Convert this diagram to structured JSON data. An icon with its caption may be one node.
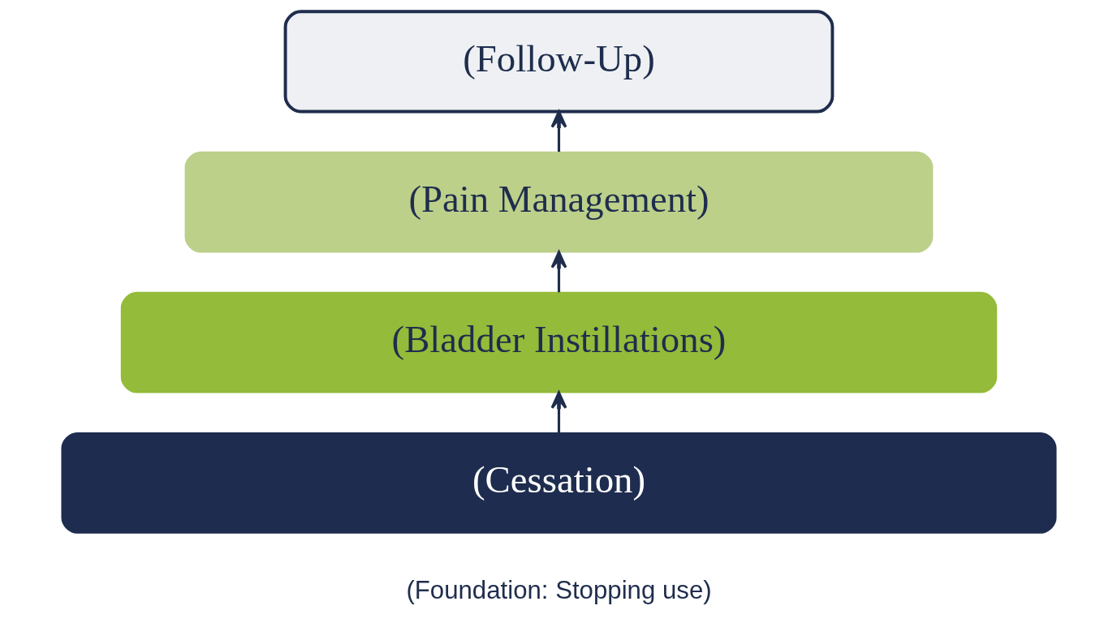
{
  "diagram": {
    "nodes": [
      {
        "text": [
          "(Follow-Up)"
        ]
      },
      {
        "text": [
          "(Pain Management)"
        ]
      },
      {
        "text": [
          "(Bladder Instillations)"
        ]
      },
      {
        "text": [
          "(Cessation)"
        ],
        "beside": [
          "(Foundation: Stopping use)"
        ]
      }
    ],
    "edges": [
      {
        "from": 3,
        "to": 2,
        "arrow": "to"
      },
      {
        "from": 2,
        "to": 1,
        "arrow": "to"
      },
      {
        "from": 1,
        "to": 0,
        "arrow": "to"
      }
    ]
  }
}
